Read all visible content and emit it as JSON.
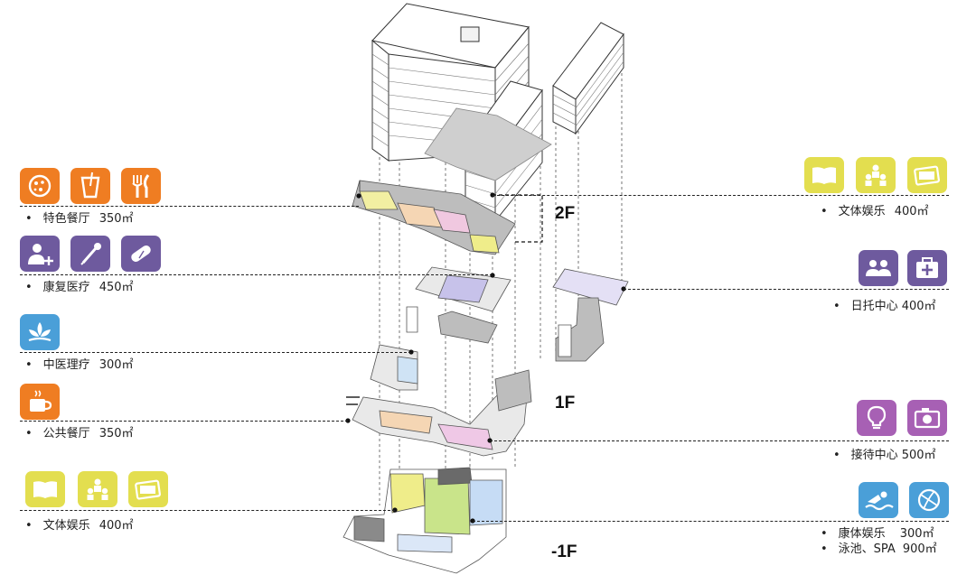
{
  "colors": {
    "orange": "#ef7d22",
    "purple": "#6e5a9e",
    "blue": "#4a9fd8",
    "yellow": "#e3de4f",
    "violet": "#a760b4",
    "line": "#222222",
    "slab": "#bfbfbf"
  },
  "floors": {
    "f2": "2F",
    "f1": "1F",
    "b1": "-1F"
  },
  "bullet": "•",
  "left": [
    {
      "key": "special_dining",
      "icons": [
        "pizza-icon",
        "drink-icon",
        "fork-knife-icon"
      ],
      "color": "orange",
      "name": "特色餐厅",
      "area": "350㎡"
    },
    {
      "key": "rehab_medical",
      "icons": [
        "add-user-icon",
        "dropper-icon",
        "pill-icon"
      ],
      "color": "purple",
      "name": "康复医疗",
      "area": "450㎡"
    },
    {
      "key": "tcm_therapy",
      "icons": [
        "herb-icon"
      ],
      "color": "blue",
      "name": "中医理疗",
      "area": "300㎡"
    },
    {
      "key": "public_dining",
      "icons": [
        "coffee-cup-icon"
      ],
      "color": "orange",
      "name": "公共餐厅",
      "area": "350㎡"
    },
    {
      "key": "culture_ent_b1",
      "icons": [
        "book-icon",
        "group-icon",
        "ticket-icon"
      ],
      "color": "yellow",
      "name": "文体娱乐",
      "area": "400㎡"
    }
  ],
  "right": [
    {
      "key": "culture_ent_2f",
      "icons": [
        "book-icon",
        "group-icon",
        "ticket-icon"
      ],
      "color": "yellow",
      "name": "文体娱乐",
      "area": "400㎡"
    },
    {
      "key": "day_care",
      "icons": [
        "people-icon",
        "first-aid-icon"
      ],
      "color": "purple",
      "name": "日托中心",
      "area": "400㎡"
    },
    {
      "key": "reception",
      "icons": [
        "lightbulb-icon",
        "camera-icon"
      ],
      "color": "violet",
      "name": "接待中心",
      "area": "500㎡"
    },
    {
      "key": "fitness",
      "icons": [
        "swimmer-icon",
        "ball-icon"
      ],
      "color": "blue",
      "name": "康体娱乐",
      "area": "300㎡",
      "name2": "泳池、SPA",
      "area2": "900㎡"
    }
  ]
}
